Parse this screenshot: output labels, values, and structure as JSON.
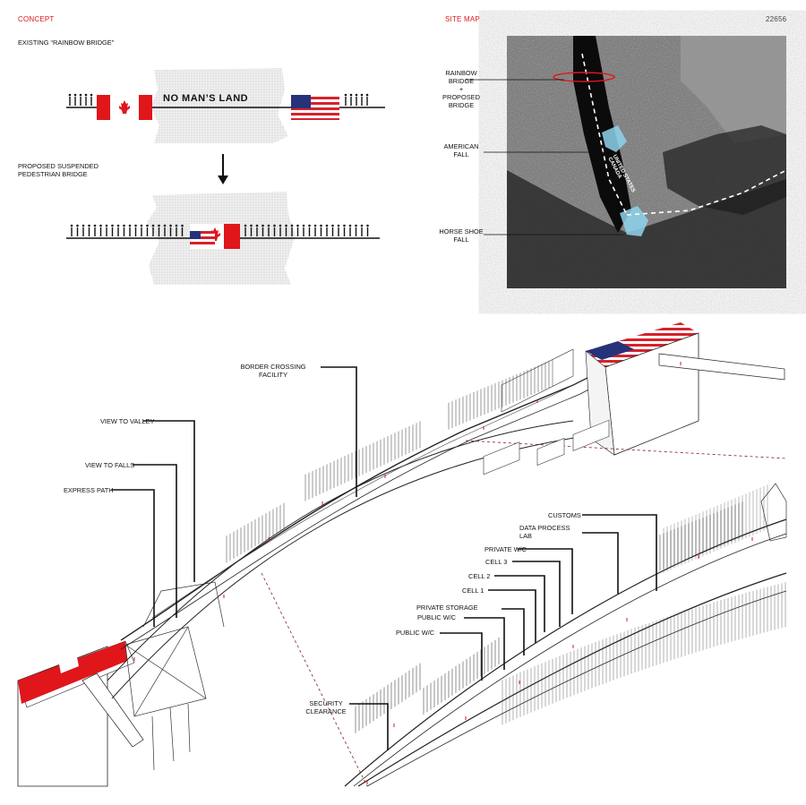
{
  "header": {
    "concept": "CONCEPT",
    "site_map": "SITE MAP",
    "sheet_number": "22656"
  },
  "concept": {
    "existing_label": "EXISTING “RAINBOW BRIDGE”",
    "no_mans_land": "NO MAN’S LAND",
    "proposed_label": "PROPOSED SUSPENDED\nPEDESTRIAN BRIDGE"
  },
  "site_map": {
    "rainbow_bridge": "RAINBOW\nBRIDGE\n+\nPROPOSED\nBRIDGE",
    "american_fall": "AMERICAN\nFALL",
    "horse_shoe_fall": "HORSE SHOE\nFALL",
    "border_text": "UNITED STATES\nCANADA"
  },
  "axonometric": {
    "border_crossing": "BORDER CROSSING\nFACILITY",
    "view_to_valley": "VIEW TO VALLEY",
    "view_to_falls": "VIEW TO FALLS",
    "express_path": "EXPRESS PATH"
  },
  "detail": {
    "customs": "CUSTOMS",
    "data_process_lab": "DATA PROCESS\nLAB",
    "private_wc": "PRIVATE W/C",
    "cell_3": "CELL 3",
    "cell_2": "CELL 2",
    "cell_1": "CELL 1",
    "private_storage": "PRIVATE STORAGE",
    "public_wc_1": "PUBLIC W/C",
    "public_wc_2": "PUBLIC W/C",
    "security_clearance": "SECURITY\nCLEARANCE"
  },
  "colors": {
    "accent_red": "#e0161b",
    "us_blue": "#26337a",
    "water_blue": "#8fd3ec"
  }
}
